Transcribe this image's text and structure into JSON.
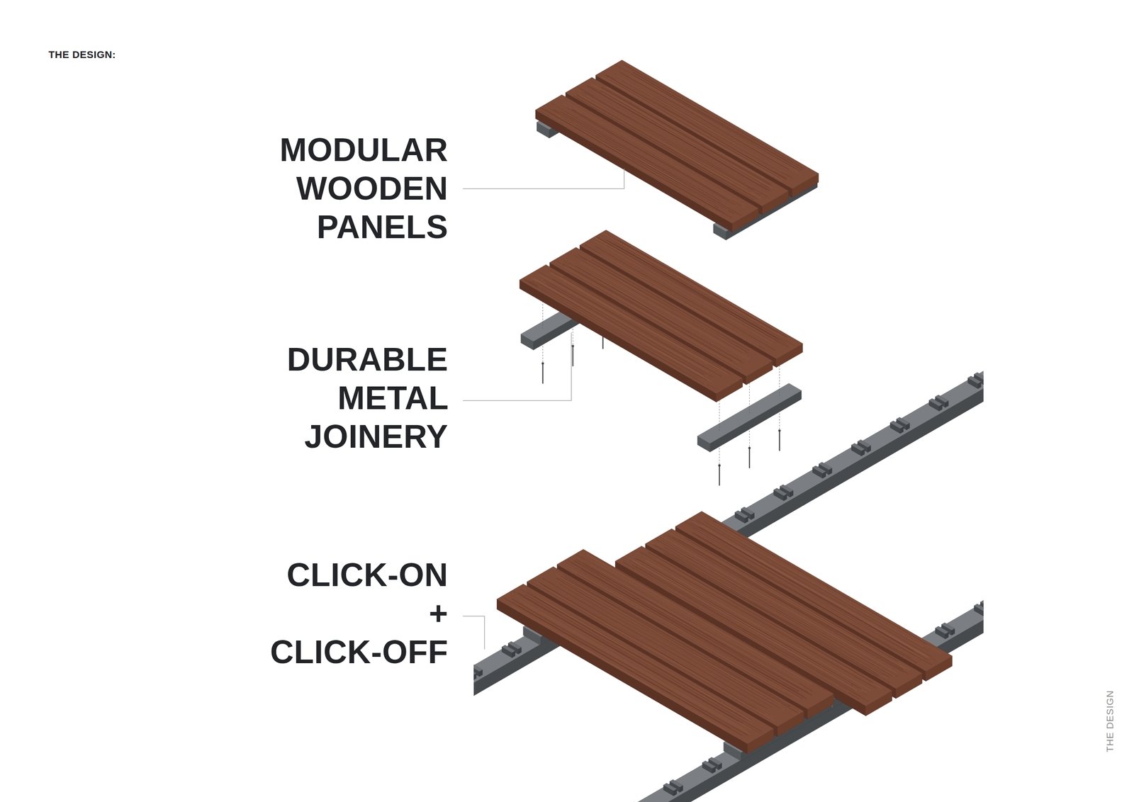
{
  "diagram": {
    "title": "THE DESIGN:",
    "labels": [
      "MODULAR WOODEN PANELS",
      "DURABLE METAL JOINERY",
      "CLICK-ON + CLICK-OFF",
      "THE DESIGN"
    ]
  }
}
